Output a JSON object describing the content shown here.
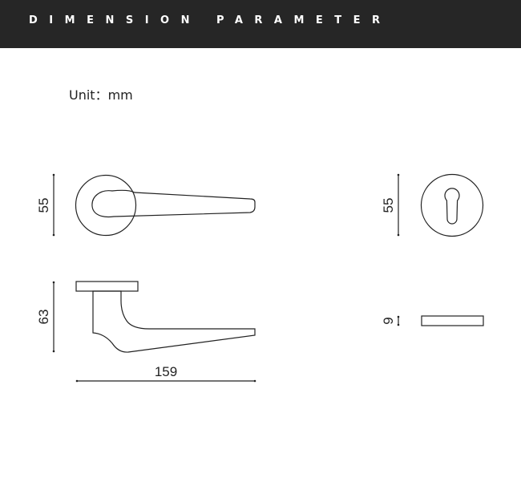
{
  "header": {
    "title": "DIMENSION PARAMETER"
  },
  "unit_label": "Unit：mm",
  "dimensions": {
    "handle_rose_height": "55",
    "handle_height": "63",
    "handle_length": "159",
    "escutcheon_diameter": "55",
    "escutcheon_thickness": "9"
  },
  "colors": {
    "banner": "#262626",
    "line": "#222222",
    "background": "#ffffff"
  }
}
